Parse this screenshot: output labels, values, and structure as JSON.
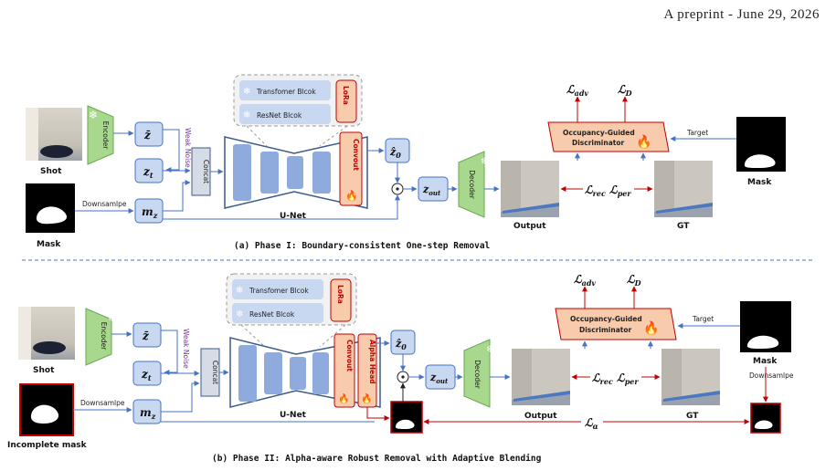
{
  "header": {
    "text": "A preprint - June 29, 2026"
  },
  "labels": {
    "shot": "Shot",
    "mask": "Mask",
    "incomplete_mask": "Incomplete mask",
    "encoder": "Encoder",
    "decoder": "Decoder",
    "concat": "Concat",
    "unet": "U-Net",
    "lora": "LoRa",
    "convout": "Convout",
    "alpha_head": "Alpha Head",
    "transformer_block": "Transfomer Blcok",
    "resnet_block": "ResNet Blcok",
    "weak_noise": "Weak Noise",
    "downsample": "Downsamlpe",
    "target": "Target",
    "output": "Output",
    "gt": "GT",
    "discriminator_1": "Occupancy-Guided",
    "discriminator_2": "Discriminator",
    "z_bar": "z̄",
    "z_t": "z",
    "z_t_sub": "t",
    "m_z": "m",
    "m_z_sub": "z",
    "z0": "ẑ",
    "z0_sub": "0",
    "z_out": "z",
    "z_out_sub": "out",
    "L": "ℒ",
    "adv": "adv",
    "D": "D",
    "rec": "rec",
    "per": "per",
    "alpha": "α"
  },
  "captions": {
    "phase1": "(a) Phase I: Boundary-consistent One-step Removal",
    "phase2": "(b) Phase II: Alpha-aware Robust Removal with Adaptive Blending"
  },
  "colors": {
    "green": "#9bd37c",
    "blue_box": "#c9d8f1",
    "unet": "#8faadc",
    "red": "#c00000",
    "orange": "#f8cbad",
    "arrow": "#4472c4"
  }
}
